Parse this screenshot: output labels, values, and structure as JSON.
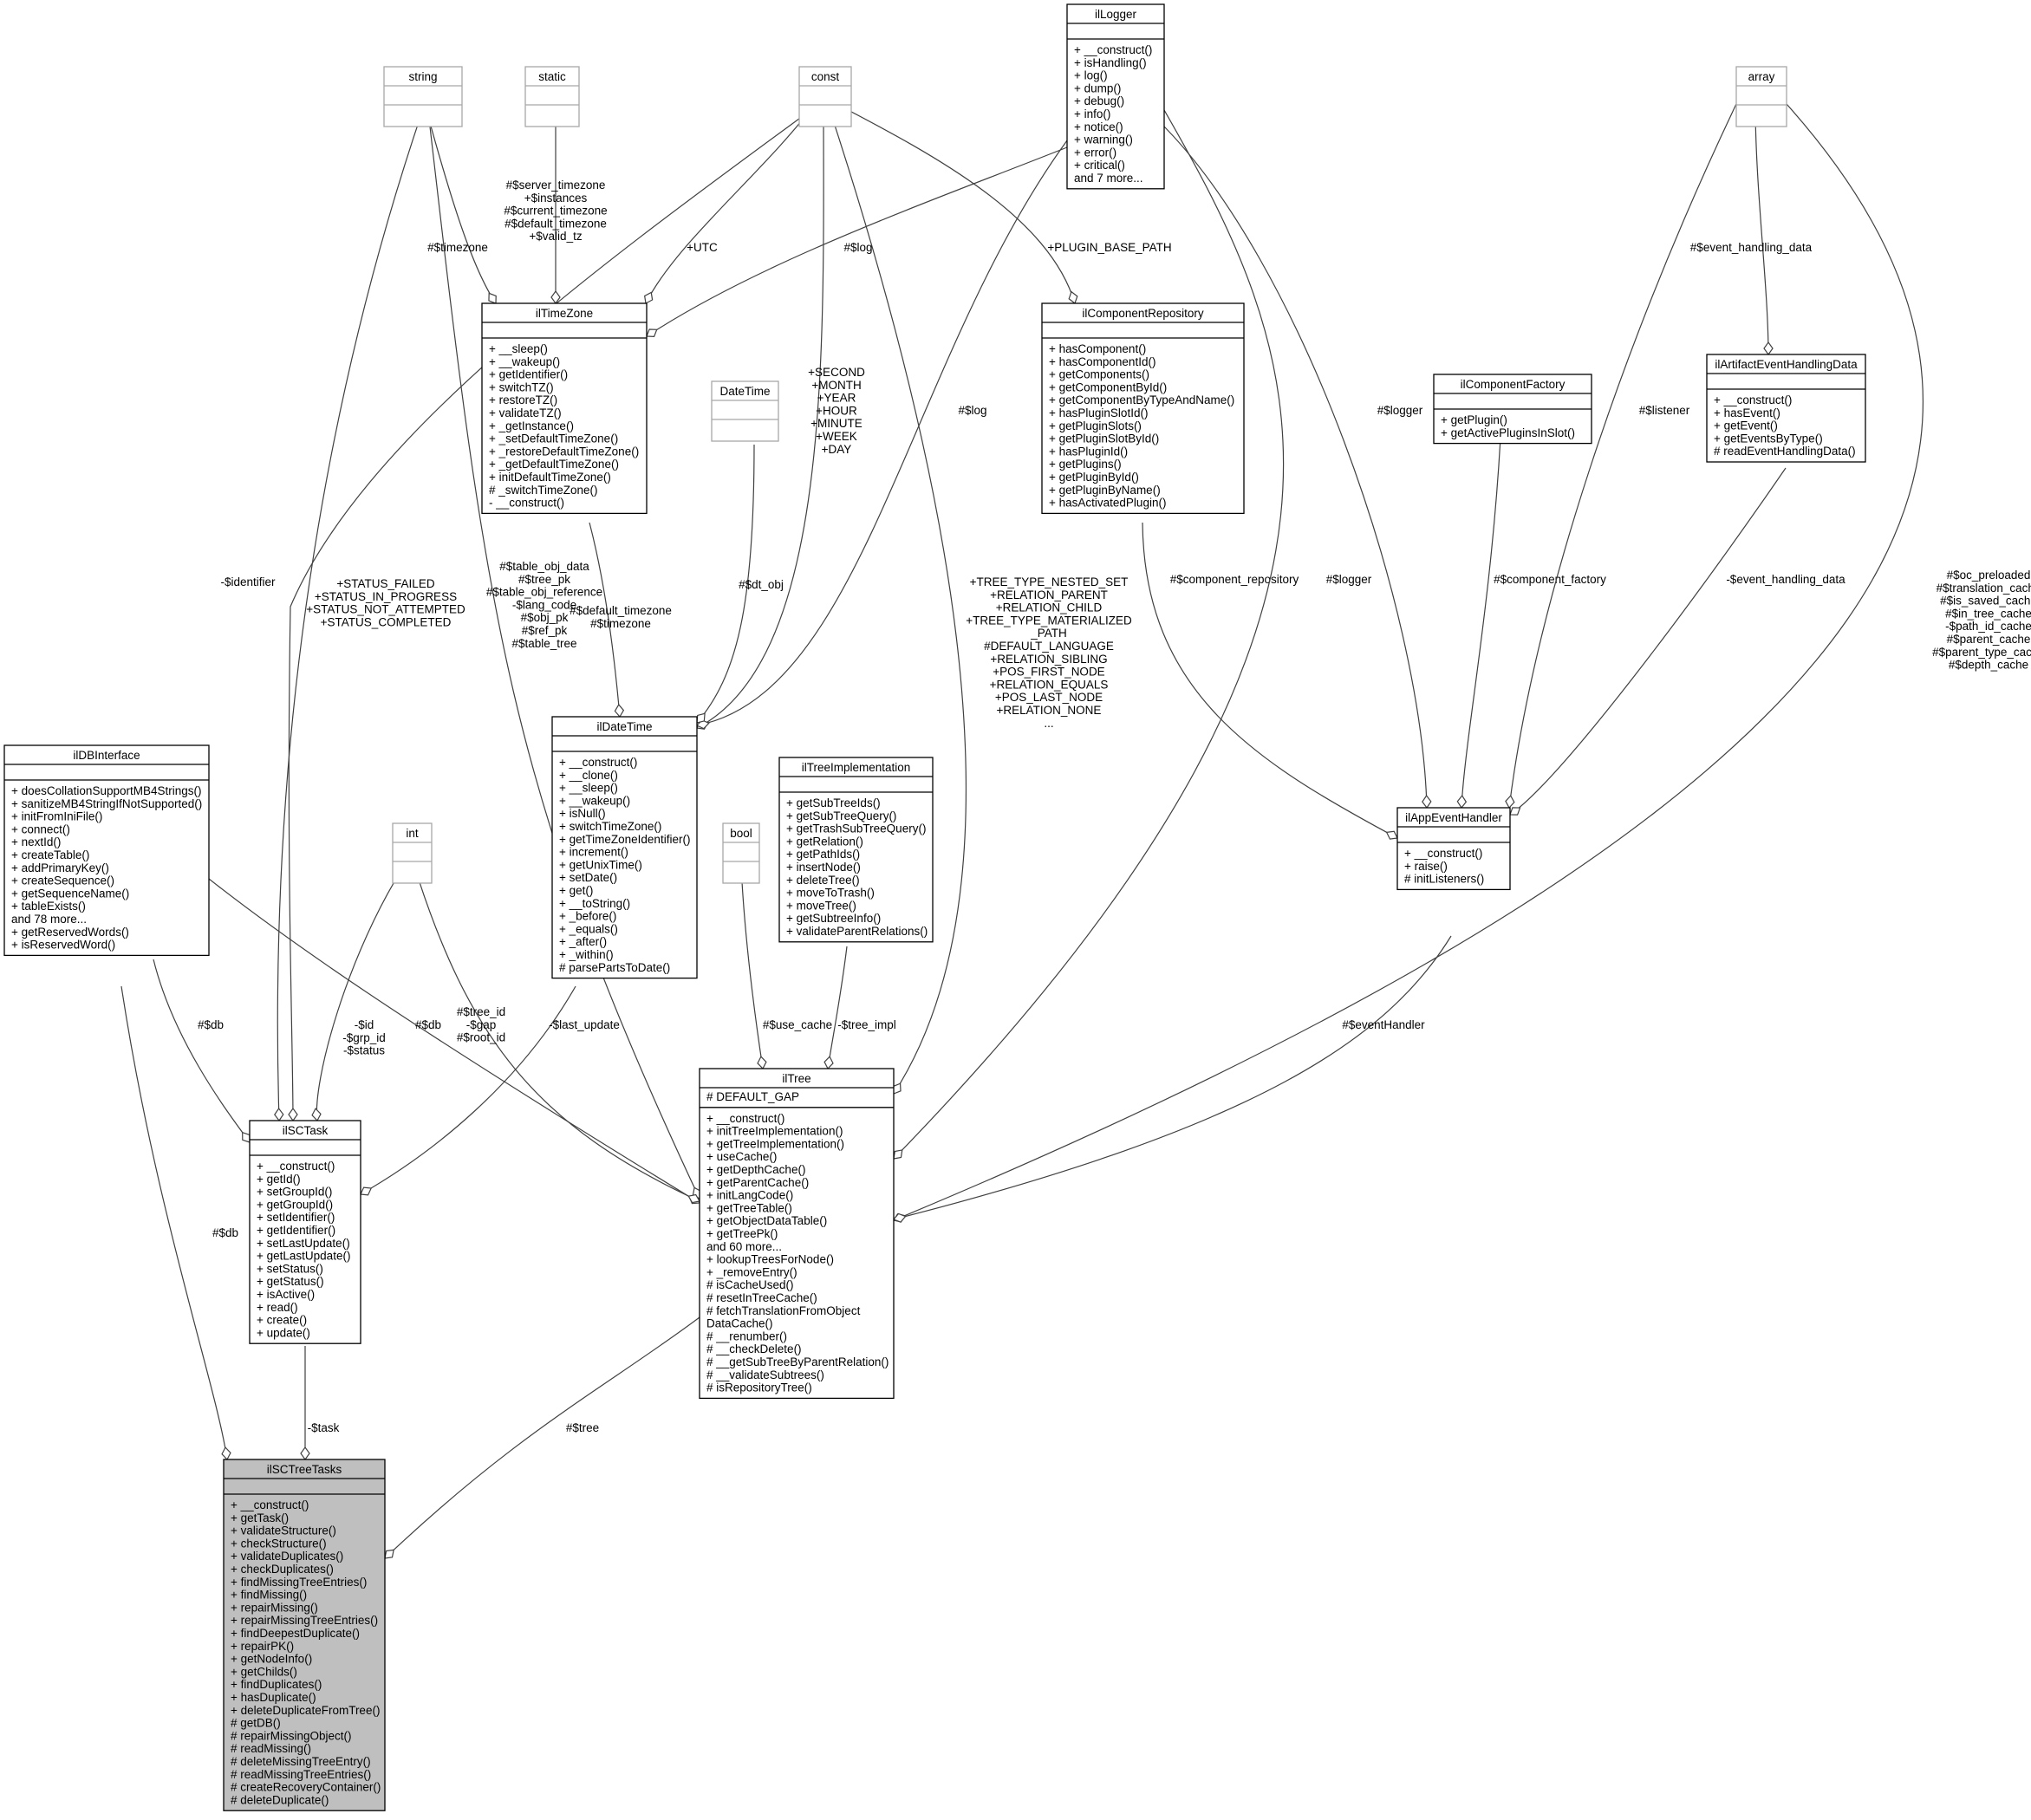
{
  "classes": {
    "ilLogger": {
      "name": "ilLogger",
      "attributes": [],
      "methods": [
        "+ __construct()",
        "+ isHandling()",
        "+ log()",
        "+ dump()",
        "+ debug()",
        "+ info()",
        "+ notice()",
        "+ warning()",
        "+ error()",
        "+ critical()",
        "and 7 more..."
      ]
    },
    "string": {
      "name": "string",
      "attributes": [],
      "methods": []
    },
    "static": {
      "name": "static",
      "attributes": [],
      "methods": []
    },
    "const": {
      "name": "const",
      "attributes": [],
      "methods": []
    },
    "array": {
      "name": "array",
      "attributes": [],
      "methods": []
    },
    "ilTimeZone": {
      "name": "ilTimeZone",
      "attributes": [],
      "methods": [
        "+ __sleep()",
        "+ __wakeup()",
        "+ getIdentifier()",
        "+ switchTZ()",
        "+ restoreTZ()",
        "+ validateTZ()",
        "+ _getInstance()",
        "+ _setDefaultTimeZone()",
        "+ _restoreDefaultTimeZone()",
        "+ _getDefaultTimeZone()",
        "+ initDefaultTimeZone()",
        "# _switchTimeZone()",
        "- __construct()"
      ]
    },
    "ilComponentRepository": {
      "name": "ilComponentRepository",
      "attributes": [],
      "methods": [
        "+ hasComponent()",
        "+ hasComponentId()",
        "+ getComponents()",
        "+ getComponentById()",
        "+ getComponentByTypeAndName()",
        "+ hasPluginSlotId()",
        "+ getPluginSlots()",
        "+ getPluginSlotById()",
        "+ hasPluginId()",
        "+ getPlugins()",
        "+ getPluginById()",
        "+ getPluginByName()",
        "+ hasActivatedPlugin()"
      ]
    },
    "ilArtifactEventHandlingData": {
      "name": "ilArtifactEventHandlingData",
      "attributes": [],
      "methods": [
        "+ __construct()",
        "+ hasEvent()",
        "+ getEvent()",
        "+ getEventsByType()",
        "# readEventHandlingData()"
      ]
    },
    "DateTime": {
      "name": "DateTime",
      "attributes": [],
      "methods": []
    },
    "ilComponentFactory": {
      "name": "ilComponentFactory",
      "attributes": [],
      "methods": [
        "+ getPlugin()",
        "+ getActivePluginsInSlot()"
      ]
    },
    "ilDateTime": {
      "name": "ilDateTime",
      "attributes": [],
      "methods": [
        "+ __construct()",
        "+ __clone()",
        "+ __sleep()",
        "+ __wakeup()",
        "+ isNull()",
        "+ switchTimeZone()",
        "+ getTimeZoneIdentifier()",
        "+ increment()",
        "+ getUnixTime()",
        "+ setDate()",
        "+ get()",
        "+ __toString()",
        "+ _before()",
        "+ _equals()",
        "+ _after()",
        "+ _within()",
        "# parsePartsToDate()"
      ]
    },
    "ilDBInterface": {
      "name": "ilDBInterface",
      "attributes": [],
      "methods": [
        "+ doesCollationSupportMB4Strings()",
        "+ sanitizeMB4StringIfNotSupported()",
        "+ initFromIniFile()",
        "+ connect()",
        "+ nextId()",
        "+ createTable()",
        "+ addPrimaryKey()",
        "+ createSequence()",
        "+ getSequenceName()",
        "+ tableExists()",
        "and 78 more...",
        "+ getReservedWords()",
        "+ isReservedWord()"
      ]
    },
    "int": {
      "name": "int",
      "attributes": [],
      "methods": []
    },
    "bool": {
      "name": "bool",
      "attributes": [],
      "methods": []
    },
    "ilTreeImplementation": {
      "name": "ilTreeImplementation",
      "attributes": [],
      "methods": [
        "+ getSubTreeIds()",
        "+ getSubTreeQuery()",
        "+ getTrashSubTreeQuery()",
        "+ getRelation()",
        "+ getPathIds()",
        "+ insertNode()",
        "+ deleteTree()",
        "+ moveToTrash()",
        "+ moveTree()",
        "+ getSubtreeInfo()",
        "+ validateParentRelations()"
      ]
    },
    "ilAppEventHandler": {
      "name": "ilAppEventHandler",
      "attributes": [],
      "methods": [
        "+ __construct()",
        "+ raise()",
        "# initListeners()"
      ]
    },
    "ilSCTask": {
      "name": "ilSCTask",
      "attributes": [],
      "methods": [
        "+ __construct()",
        "+ getId()",
        "+ setGroupId()",
        "+ getGroupId()",
        "+ setIdentifier()",
        "+ getIdentifier()",
        "+ setLastUpdate()",
        "+ getLastUpdate()",
        "+ setStatus()",
        "+ getStatus()",
        "+ isActive()",
        "+ read()",
        "+ create()",
        "+ update()"
      ]
    },
    "ilTree": {
      "name": "ilTree",
      "attributes": [
        "# DEFAULT_GAP"
      ],
      "methods": [
        "+ __construct()",
        "+ initTreeImplementation()",
        "+ getTreeImplementation()",
        "+ useCache()",
        "+ getDepthCache()",
        "+ getParentCache()",
        "+ initLangCode()",
        "+ getTreeTable()",
        "+ getObjectDataTable()",
        "+ getTreePk()",
        "and 60 more...",
        "+ lookupTreesForNode()",
        "+ _removeEntry()",
        "# isCacheUsed()",
        "# resetInTreeCache()",
        "# fetchTranslationFromObject",
        "DataCache()",
        "# __renumber()",
        "# __checkDelete()",
        "# __getSubTreeByParentRelation()",
        "# __validateSubtrees()",
        "# isRepositoryTree()"
      ]
    },
    "ilSCTreeTasks": {
      "name": "ilSCTreeTasks",
      "attributes": [],
      "methods": [
        "+ __construct()",
        "+ getTask()",
        "+ validateStructure()",
        "+ checkStructure()",
        "+ validateDuplicates()",
        "+ checkDuplicates()",
        "+ findMissingTreeEntries()",
        "+ findMissing()",
        "+ repairMissing()",
        "+ repairMissingTreeEntries()",
        "+ findDeepestDuplicate()",
        "+ repairPK()",
        "+ getNodeInfo()",
        "+ getChilds()",
        "+ findDuplicates()",
        "+ hasDuplicate()",
        "+ deleteDuplicateFromTree()",
        "# getDB()",
        "# repairMissingObject()",
        "# readMissing()",
        "# deleteMissingTreeEntry()",
        "# readMissingTreeEntries()",
        "# createRecoveryContainer()",
        "# deleteDuplicate()"
      ]
    }
  },
  "edges": [
    {
      "label": [
        "#$timezone"
      ]
    },
    {
      "label": [
        "#$server_timezone",
        "+$instances",
        "#$current_timezone",
        "#$default_timezone",
        "+$valid_tz"
      ]
    },
    {
      "label": [
        "+UTC"
      ]
    },
    {
      "label": [
        "#$log"
      ]
    },
    {
      "label": [
        "+PLUGIN_BASE_PATH"
      ]
    },
    {
      "label": [
        "#$event_handling_data"
      ]
    },
    {
      "label": [
        "+SECOND",
        "+MONTH",
        "+YEAR",
        "+HOUR",
        "+MINUTE",
        "+WEEK",
        "+DAY"
      ]
    },
    {
      "label": [
        "#$log"
      ]
    },
    {
      "label": [
        "#$default_timezone",
        "#$timezone"
      ]
    },
    {
      "label": [
        "#$dt_obj"
      ]
    },
    {
      "label": [
        "-$identifier"
      ]
    },
    {
      "label": [
        "+STATUS_FAILED",
        "+STATUS_IN_PROGRESS",
        "+STATUS_NOT_ATTEMPTED",
        "+STATUS_COMPLETED"
      ]
    },
    {
      "label": [
        "#$table_obj_data",
        "#$tree_pk",
        "#$table_obj_reference",
        "-$lang_code",
        "#$obj_pk",
        "#$ref_pk",
        "#$table_tree"
      ]
    },
    {
      "label": [
        "+TREE_TYPE_NESTED_SET",
        "+RELATION_PARENT",
        "+RELATION_CHILD",
        "+TREE_TYPE_MATERIALIZED",
        "_PATH",
        "#DEFAULT_LANGUAGE",
        "+RELATION_SIBLING",
        "+POS_FIRST_NODE",
        "+RELATION_EQUALS",
        "+POS_LAST_NODE",
        "+RELATION_NONE",
        "..."
      ]
    },
    {
      "label": [
        "#$component_repository"
      ]
    },
    {
      "label": [
        "#$logger"
      ]
    },
    {
      "label": [
        "#$logger"
      ]
    },
    {
      "label": [
        "#$component_factory"
      ]
    },
    {
      "label": [
        "#$listener"
      ]
    },
    {
      "label": [
        "-$event_handling_data"
      ]
    },
    {
      "label": [
        "#$oc_preloaded",
        "#$translation_cache",
        "#$is_saved_cache",
        "#$in_tree_cache",
        "-$path_id_cache",
        "#$parent_cache",
        "#$parent_type_cache",
        "#$depth_cache"
      ]
    },
    {
      "label": [
        "#$db"
      ]
    },
    {
      "label": [
        "-$id",
        "-$grp_id",
        "-$status"
      ]
    },
    {
      "label": [
        "#$db"
      ]
    },
    {
      "label": [
        "#$tree_id",
        "-$gap",
        "#$root_id"
      ]
    },
    {
      "label": [
        "-$last_update"
      ]
    },
    {
      "label": [
        "#$use_cache"
      ]
    },
    {
      "label": [
        "-$tree_impl"
      ]
    },
    {
      "label": [
        "#$eventHandler"
      ]
    },
    {
      "label": [
        "#$db"
      ]
    },
    {
      "label": [
        "-$task"
      ]
    },
    {
      "label": [
        "#$tree"
      ]
    }
  ]
}
